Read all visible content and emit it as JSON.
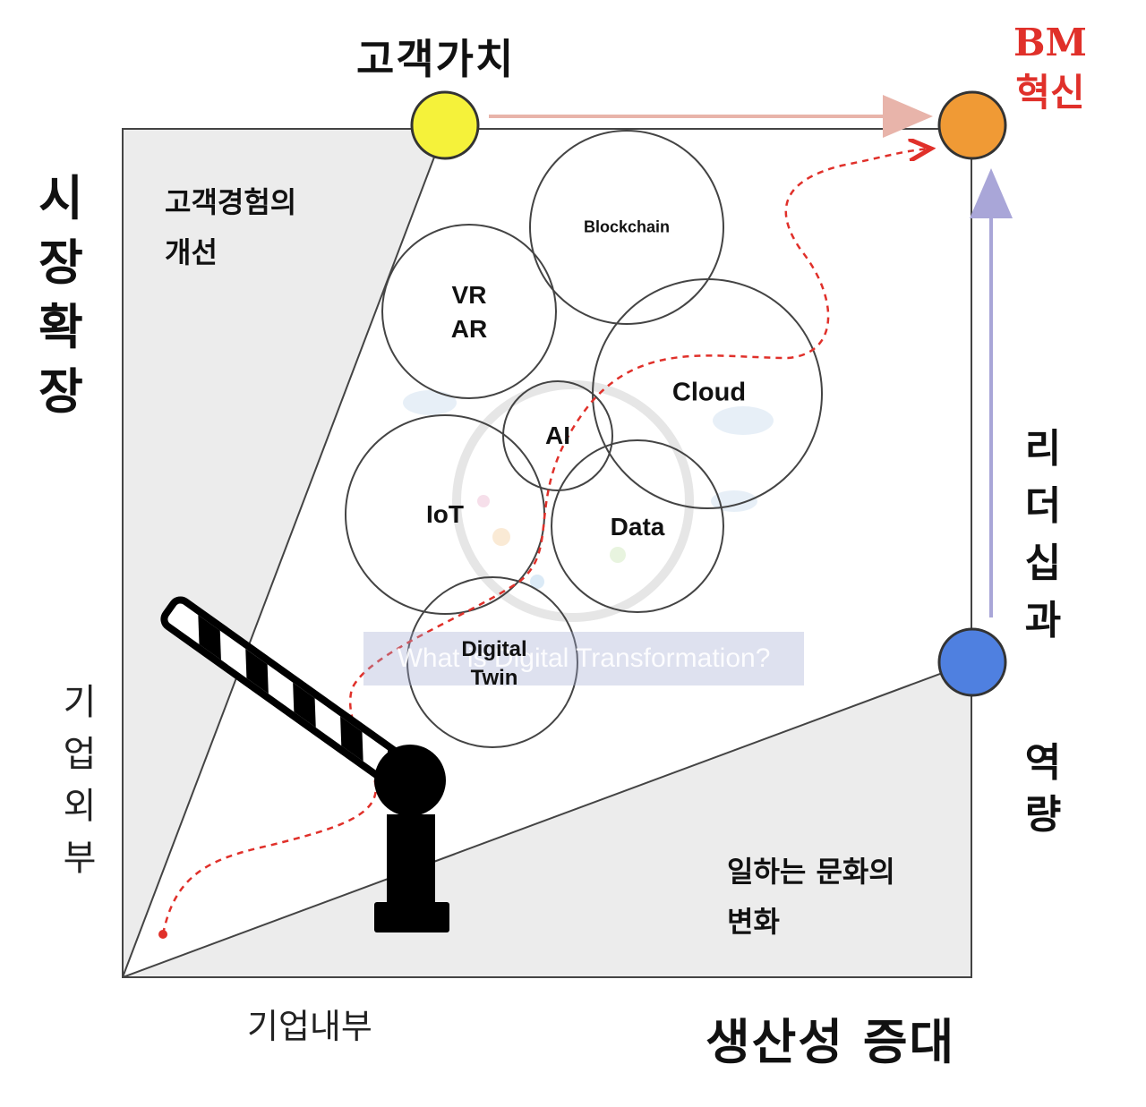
{
  "labels": {
    "customer_value": "고객가치",
    "bm_line1": "BM",
    "bm_line2": "혁신",
    "market_expansion": [
      "시",
      "장",
      "확",
      "장"
    ],
    "corporate_external": [
      "기",
      "업",
      "외",
      "부"
    ],
    "leadership": [
      "리",
      "더",
      "십",
      "과"
    ],
    "capability": [
      "역",
      "량"
    ],
    "customer_experience_line1": "고객경험의",
    "customer_experience_line2": "개선",
    "work_culture_line1": "일하는 문화의",
    "work_culture_line2": "변화",
    "corporate_internal": "기업내부",
    "productivity": "생산성 증대"
  },
  "technologies": {
    "blockchain": "Blockchain",
    "vr": "VR",
    "ar": "AR",
    "cloud": "Cloud",
    "ai": "AI",
    "iot": "IoT",
    "data": "Data",
    "digital": "Digital",
    "twin": "Twin"
  },
  "watermark": "What is Digital Transformation?",
  "colors": {
    "customer_value_node": "#f5f23a",
    "bm_node": "#f09a35",
    "leadership_node": "#4f80e0",
    "arrow_top": "#e8b4aa",
    "arrow_right": "#a9a6d8",
    "path": "#e0302a",
    "shaded": "#ececec",
    "bm_text": "#e0302a"
  }
}
